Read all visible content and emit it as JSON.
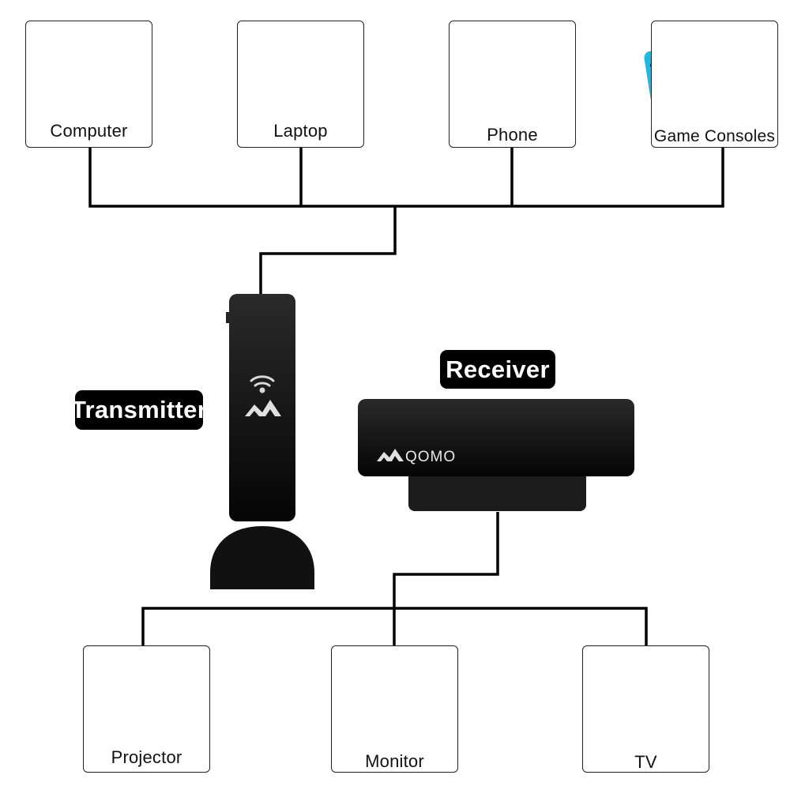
{
  "sources": [
    {
      "id": "computer",
      "label": "Computer",
      "icon": "desktop-computer-icon"
    },
    {
      "id": "laptop",
      "label": "Laptop",
      "icon": "laptop-icon"
    },
    {
      "id": "phone",
      "label": "Phone",
      "icon": "smartphone-icon"
    },
    {
      "id": "game-consoles",
      "label": "Game Consoles",
      "icon": "handheld-console-icon"
    }
  ],
  "transmitter": {
    "label": "Transmitter"
  },
  "receiver": {
    "label": "Receiver",
    "brand_text": "QOMO"
  },
  "displays": [
    {
      "id": "projector",
      "label": "Projector",
      "icon": "projector-icon"
    },
    {
      "id": "monitor",
      "label": "Monitor",
      "icon": "monitor-icon"
    },
    {
      "id": "tv",
      "label": "TV",
      "icon": "tv-icon"
    }
  ],
  "colors": {
    "line": "#000000",
    "device": "#111111",
    "tag_bg": "#000000",
    "tag_text": "#ffffff",
    "console_left": "#1fb8e0",
    "console_right": "#f0303a"
  }
}
